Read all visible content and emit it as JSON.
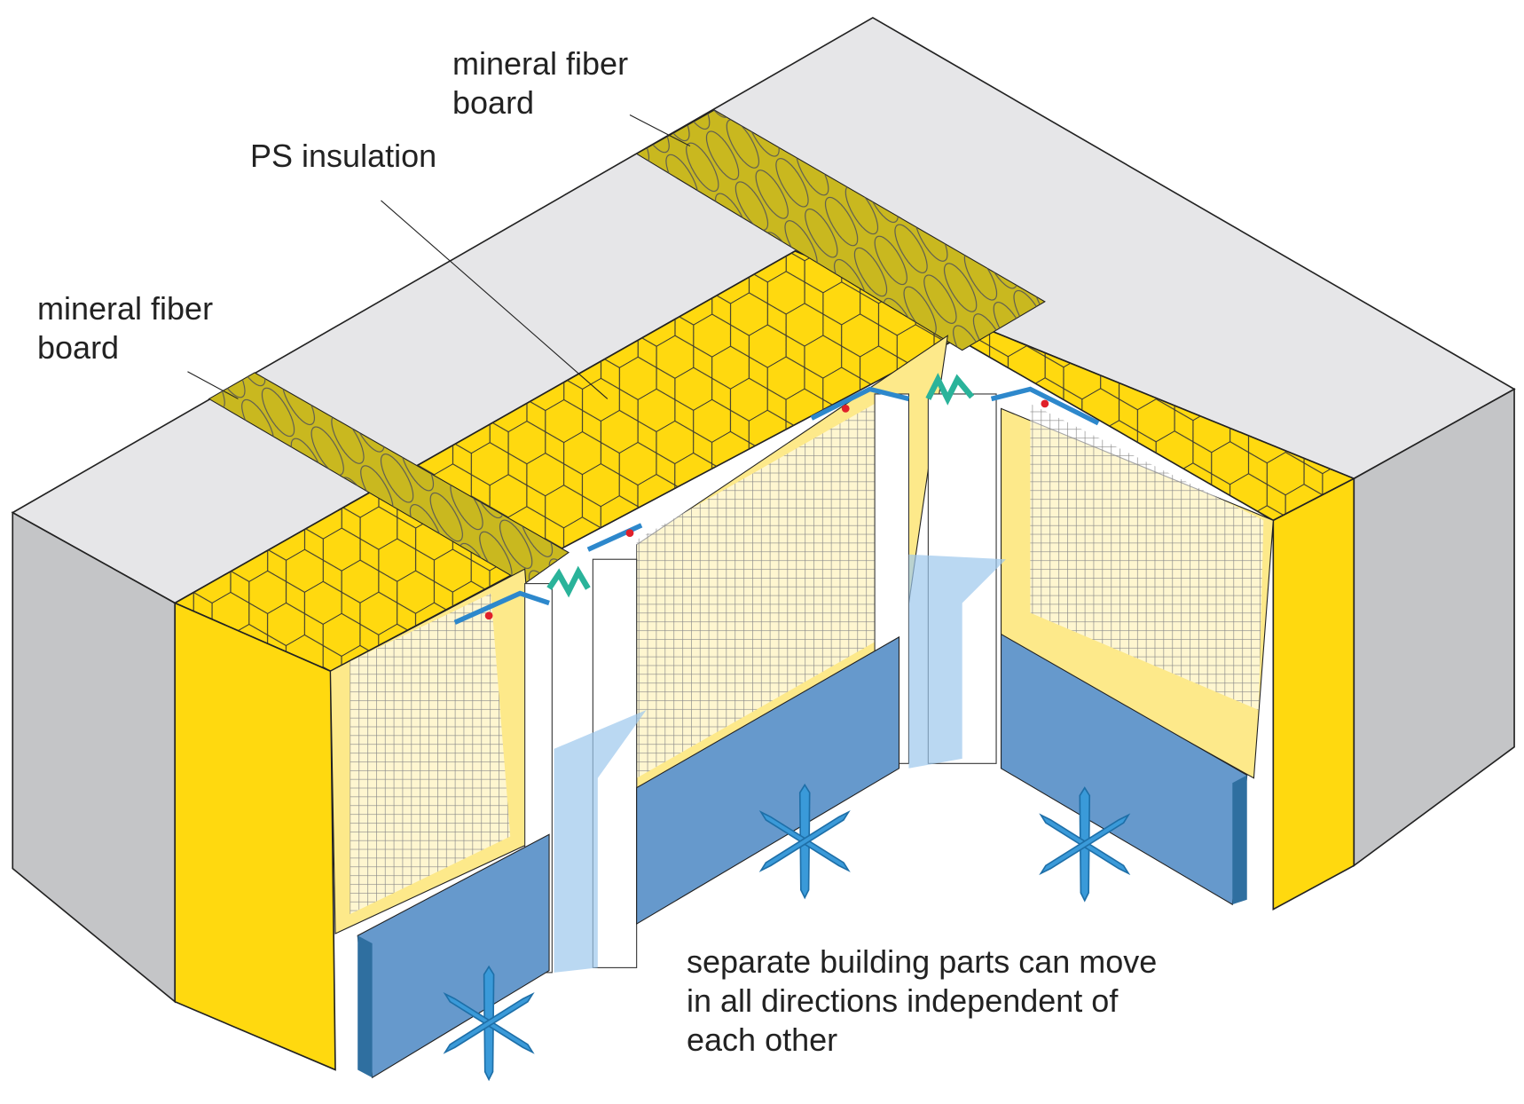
{
  "labels": {
    "mineral_fiber_top": [
      "mineral fiber",
      "board"
    ],
    "ps_insulation": "PS insulation",
    "mineral_fiber_left": [
      "mineral fiber",
      "board"
    ],
    "caption": [
      "separate building parts can move",
      "in all directions independent of",
      "each other"
    ]
  },
  "colors": {
    "concrete_top": "#e6e6e8",
    "concrete_side": "#c4c5c7",
    "insulation": "#ffd90f",
    "mineral_fiber": "#c9b81f",
    "panel_blue": "#6699cc",
    "arrow_blue": "#3a9ad9",
    "joint_green": "#2ab39a"
  }
}
